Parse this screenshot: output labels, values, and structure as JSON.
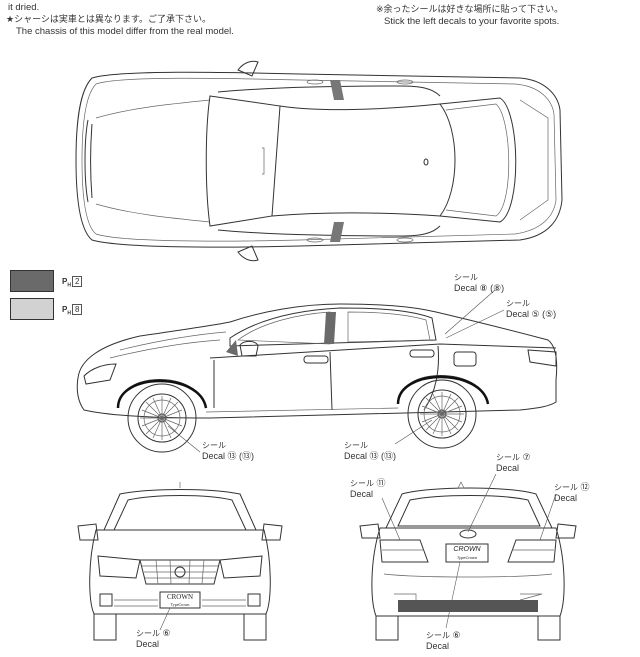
{
  "header": {
    "left_notes": [
      {
        "text": "it dried.",
        "lang": "en"
      },
      {
        "text": "★シャーシは実車とは異なります。ご了承下さい。",
        "lang": "ja"
      },
      {
        "text": "The chassis of this model differ from the real model.",
        "lang": "en"
      }
    ],
    "right_notes": [
      {
        "text": "※余ったシールは好きな場所に貼って下さい。",
        "lang": "ja"
      },
      {
        "text": "Stick the left decals to your favorite spots.",
        "lang": "en"
      }
    ]
  },
  "paint_legend": [
    {
      "color": "#6a6a6a",
      "prefix": "P",
      "sub": "H",
      "code": "2"
    },
    {
      "color": "#d2d2d2",
      "prefix": "P",
      "sub": "H",
      "code": "8"
    }
  ],
  "views": {
    "top": {
      "label": "top-view"
    },
    "side": {
      "label": "side-view"
    },
    "front": {
      "label": "front-view",
      "plate_text": "CROWN",
      "plate_sub": "TypeCrown"
    },
    "rear": {
      "label": "rear-view",
      "plate_text": "CROWN",
      "plate_sub": "TypeCrown"
    }
  },
  "callouts": {
    "side_rear_window": {
      "jp": "シール",
      "en": "Decal",
      "num": "⑧ (⑧)"
    },
    "side_c_pillar": {
      "jp": "シール",
      "en": "Decal",
      "num": "⑤ (⑤)"
    },
    "side_front_wheel": {
      "jp": "シール",
      "en": "Decal",
      "num": "⑬ (⑬)"
    },
    "side_rear_wheel": {
      "jp": "シール",
      "en": "Decal",
      "num": "⑬ (⑬)"
    },
    "rear_emblem": {
      "jp": "シール",
      "en": "Decal",
      "num": "⑦"
    },
    "rear_left_lamp": {
      "jp": "シール",
      "en": "Decal",
      "num": "⑪"
    },
    "rear_right_lamp": {
      "jp": "シール",
      "en": "Decal",
      "num": "⑫"
    },
    "front_plate": {
      "jp": "シール",
      "en": "Decal",
      "num": "⑥"
    },
    "rear_plate": {
      "jp": "シール",
      "en": "Decal",
      "num": "⑥"
    }
  }
}
